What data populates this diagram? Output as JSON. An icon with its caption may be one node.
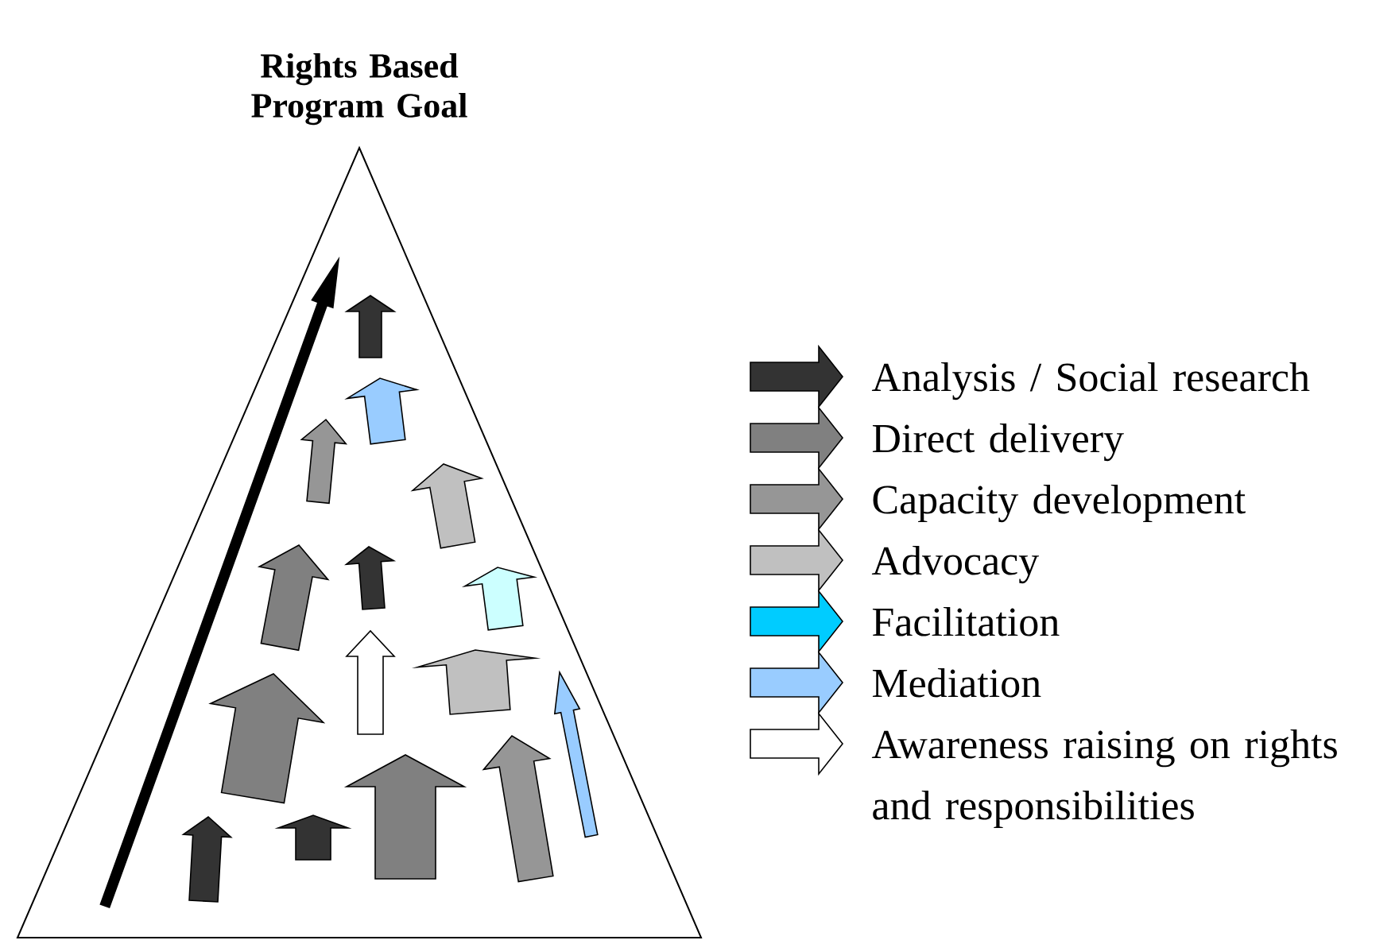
{
  "diagram": {
    "title": "Rights Based Program Goal",
    "legend": [
      {
        "text": "Analysis / Social research",
        "color": "#333333"
      },
      {
        "text": "Direct delivery",
        "color": "#808080"
      },
      {
        "text": "Capacity development",
        "color": "#969696"
      },
      {
        "text": "Advocacy",
        "color": "#c0c0c0"
      },
      {
        "text": "Facilitation",
        "color": "#00ccff"
      },
      {
        "text": "Mediation",
        "color": "#99ccff"
      },
      {
        "text": "Awareness raising on rights and responsibilities"
      }
    ]
  }
}
